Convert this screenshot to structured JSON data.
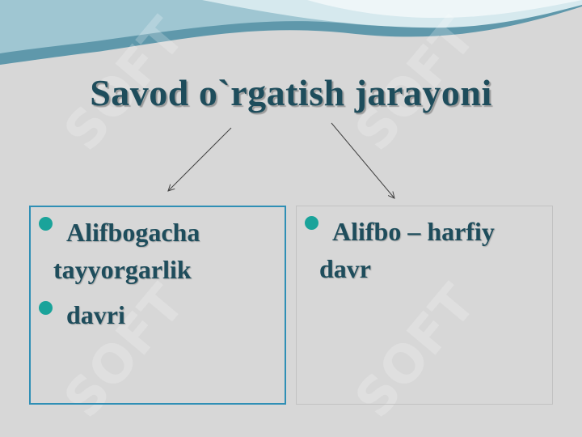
{
  "slide": {
    "title": "Savod o`rgatish jarayoni"
  },
  "left_box": {
    "line1": "Alifbogacha",
    "line2": "tayyorgarlik",
    "line3": "davri"
  },
  "right_box": {
    "line1": "Alifbo – harfiy",
    "line2": "davr"
  },
  "watermark": {
    "text": "SOFT"
  },
  "colors": {
    "title": "#1e4d5c",
    "bullet": "#1aa39a",
    "left_box_border": "#2f8fb5",
    "background": "#d7d7d7",
    "header_wave": "#5f98ab"
  }
}
